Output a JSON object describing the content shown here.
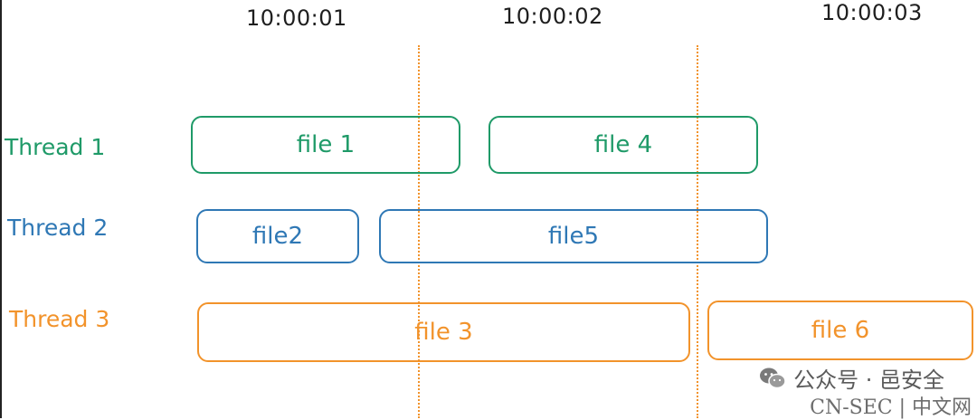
{
  "timeline": {
    "time_labels": [
      "10:00:01",
      "10:00:02",
      "10:00:03"
    ]
  },
  "threads": [
    {
      "label": "Thread 1",
      "color": "#1f9a68",
      "tasks": [
        "file 1",
        "file 4"
      ]
    },
    {
      "label": "Thread 2",
      "color": "#2f78b5",
      "tasks": [
        "file2",
        "file5"
      ]
    },
    {
      "label": "Thread 3",
      "color": "#f2932b",
      "tasks": [
        "file 3",
        "file 6"
      ]
    }
  ],
  "marker_color": "#f2932b",
  "watermark": {
    "line1": "公众号 · 邑安全",
    "line2": "CN-SEC | 中文网"
  }
}
